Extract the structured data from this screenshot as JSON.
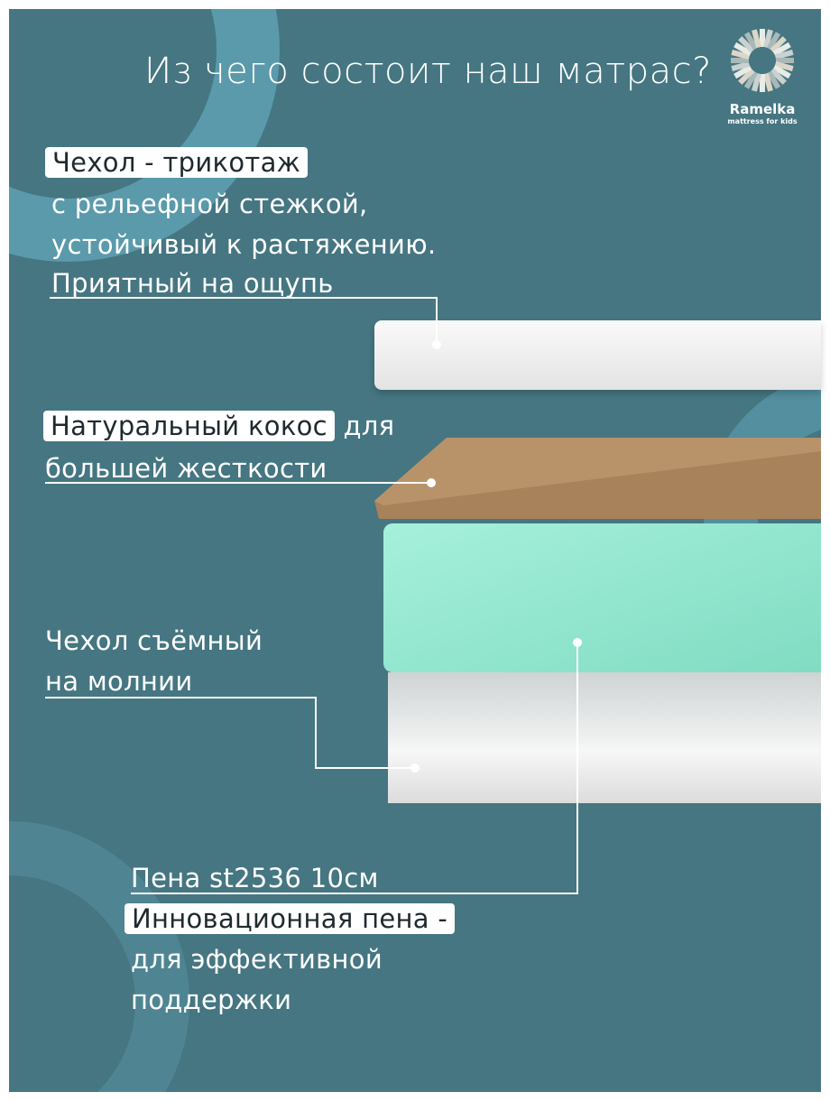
{
  "title": "Из чего состоит наш матрас?",
  "logo": {
    "name": "Ramelka",
    "tagline": "mattress for kids"
  },
  "colors": {
    "background": "#457682",
    "accent": "#5a9aab",
    "foam": "#8fe3cc",
    "coconut": "#a7825a"
  },
  "callouts": {
    "cover": {
      "highlight": "Чехол - трикотаж",
      "lines": [
        "с рельефной стежкой,",
        "устойчивый к растяжению.",
        "Приятный на ощупь"
      ]
    },
    "coconut": {
      "highlight": "Натуральный кокос",
      "rest": "для",
      "lines": [
        "большей жесткости"
      ]
    },
    "zipper": {
      "lines": [
        "Чехол съёмный",
        "на молнии"
      ]
    },
    "foam": {
      "first": "Пена st2536 10см",
      "highlight": "Инновационная пена -",
      "lines": [
        "для эффективной",
        "поддержки"
      ]
    }
  }
}
